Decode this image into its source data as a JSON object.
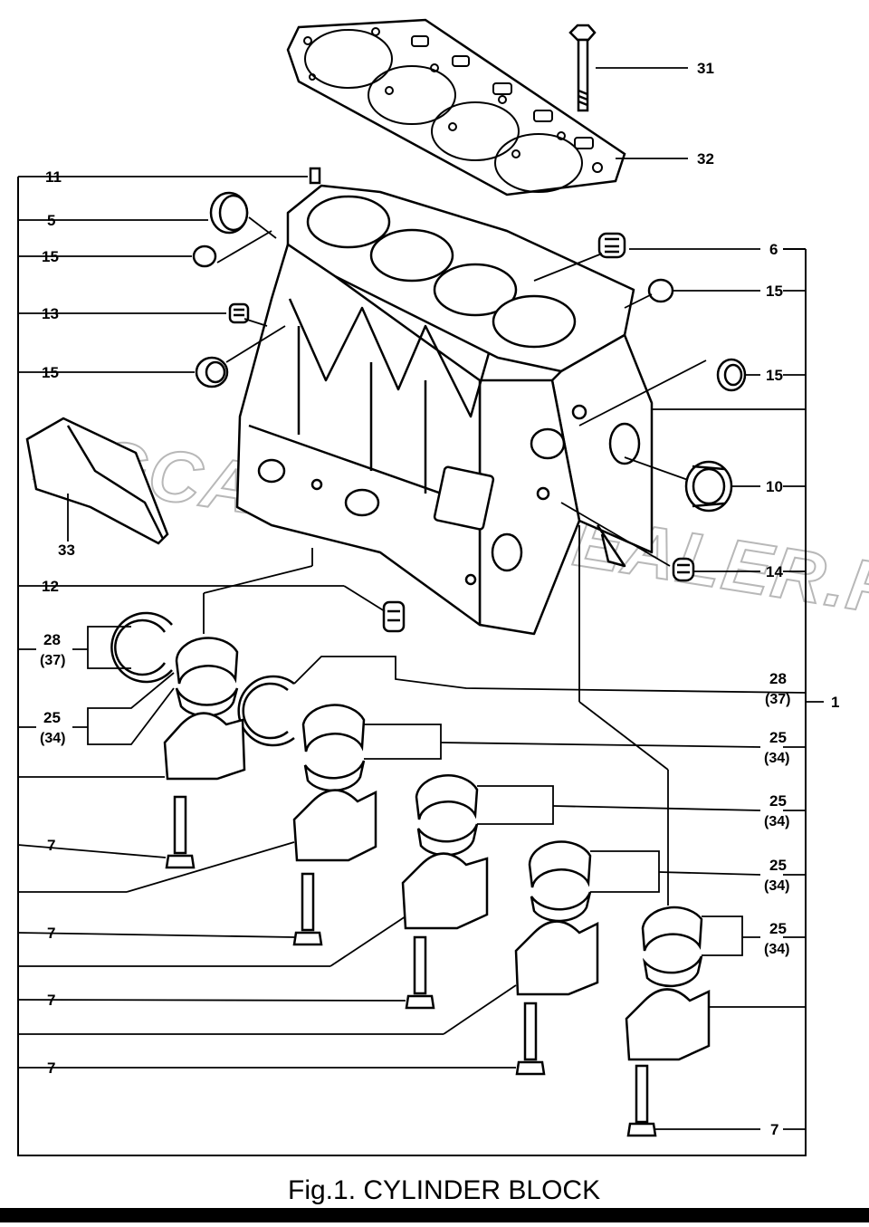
{
  "figure": {
    "caption": "Fig.1.  CYLINDER BLOCK",
    "watermark": "AGCAT.AUTODEALER.RU"
  },
  "left_callouts": [
    {
      "id": "11",
      "num": "11",
      "sub": ""
    },
    {
      "id": "5",
      "num": "5",
      "sub": ""
    },
    {
      "id": "15a",
      "num": "15",
      "sub": ""
    },
    {
      "id": "13",
      "num": "13",
      "sub": ""
    },
    {
      "id": "15b",
      "num": "15",
      "sub": ""
    },
    {
      "id": "33",
      "num": "33",
      "sub": ""
    },
    {
      "id": "12",
      "num": "12",
      "sub": ""
    },
    {
      "id": "28a",
      "num": "28",
      "sub": "(37)"
    },
    {
      "id": "25a",
      "num": "25",
      "sub": "(34)"
    },
    {
      "id": "7a",
      "num": "7",
      "sub": ""
    },
    {
      "id": "7b",
      "num": "7",
      "sub": ""
    },
    {
      "id": "7c",
      "num": "7",
      "sub": ""
    },
    {
      "id": "7d",
      "num": "7",
      "sub": ""
    }
  ],
  "right_callouts": [
    {
      "id": "31",
      "num": "31",
      "sub": ""
    },
    {
      "id": "32",
      "num": "32",
      "sub": ""
    },
    {
      "id": "6",
      "num": "6",
      "sub": ""
    },
    {
      "id": "15c",
      "num": "15",
      "sub": ""
    },
    {
      "id": "15d",
      "num": "15",
      "sub": ""
    },
    {
      "id": "10",
      "num": "10",
      "sub": ""
    },
    {
      "id": "14",
      "num": "14",
      "sub": ""
    },
    {
      "id": "28b",
      "num": "28",
      "sub": "(37)"
    },
    {
      "id": "1",
      "num": "1",
      "sub": ""
    },
    {
      "id": "25b",
      "num": "25",
      "sub": "(34)"
    },
    {
      "id": "25c",
      "num": "25",
      "sub": "(34)"
    },
    {
      "id": "25d",
      "num": "25",
      "sub": "(34)"
    },
    {
      "id": "25e",
      "num": "25",
      "sub": "(34)"
    },
    {
      "id": "7e",
      "num": "7",
      "sub": ""
    }
  ]
}
